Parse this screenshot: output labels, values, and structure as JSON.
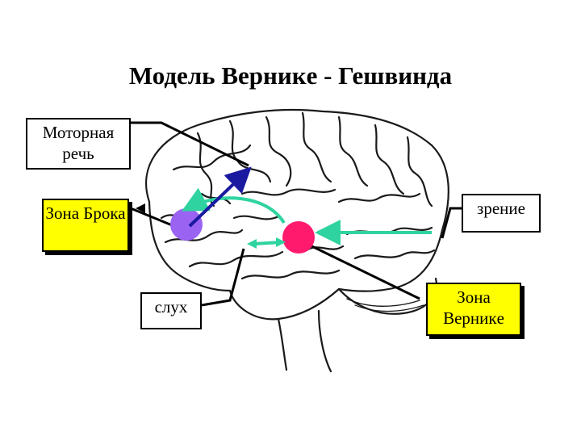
{
  "title": "Модель Верникe - Гешвинда",
  "labels": {
    "motor_speech": "Моторная речь",
    "broca_area": "Зона Брока",
    "hearing": "слух",
    "vision": "зрение",
    "wernicke_area": "Зона Верникe"
  },
  "colors": {
    "broca_node": "#9b63f2",
    "wernicke_node": "#ff1a6e",
    "arrow_dark": "#1a1aa0",
    "arrow_teal": "#2ed3a0",
    "label_highlight": "#ffff00"
  }
}
